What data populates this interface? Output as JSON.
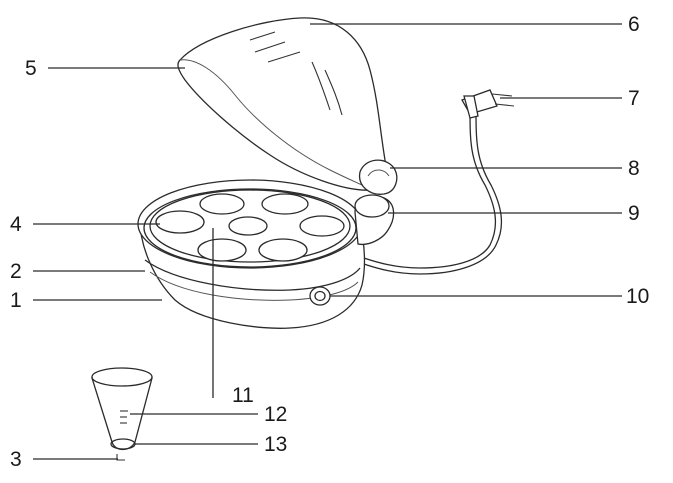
{
  "diagram": {
    "subject": "egg cooker exploded view",
    "callouts": [
      {
        "id": "1",
        "label": "1"
      },
      {
        "id": "2",
        "label": "2"
      },
      {
        "id": "3",
        "label": "3"
      },
      {
        "id": "4",
        "label": "4"
      },
      {
        "id": "5",
        "label": "5"
      },
      {
        "id": "6",
        "label": "6"
      },
      {
        "id": "7",
        "label": "7"
      },
      {
        "id": "8",
        "label": "8"
      },
      {
        "id": "9",
        "label": "9"
      },
      {
        "id": "10",
        "label": "10"
      },
      {
        "id": "11",
        "label": "11"
      },
      {
        "id": "12",
        "label": "12"
      },
      {
        "id": "13",
        "label": "13"
      }
    ]
  }
}
